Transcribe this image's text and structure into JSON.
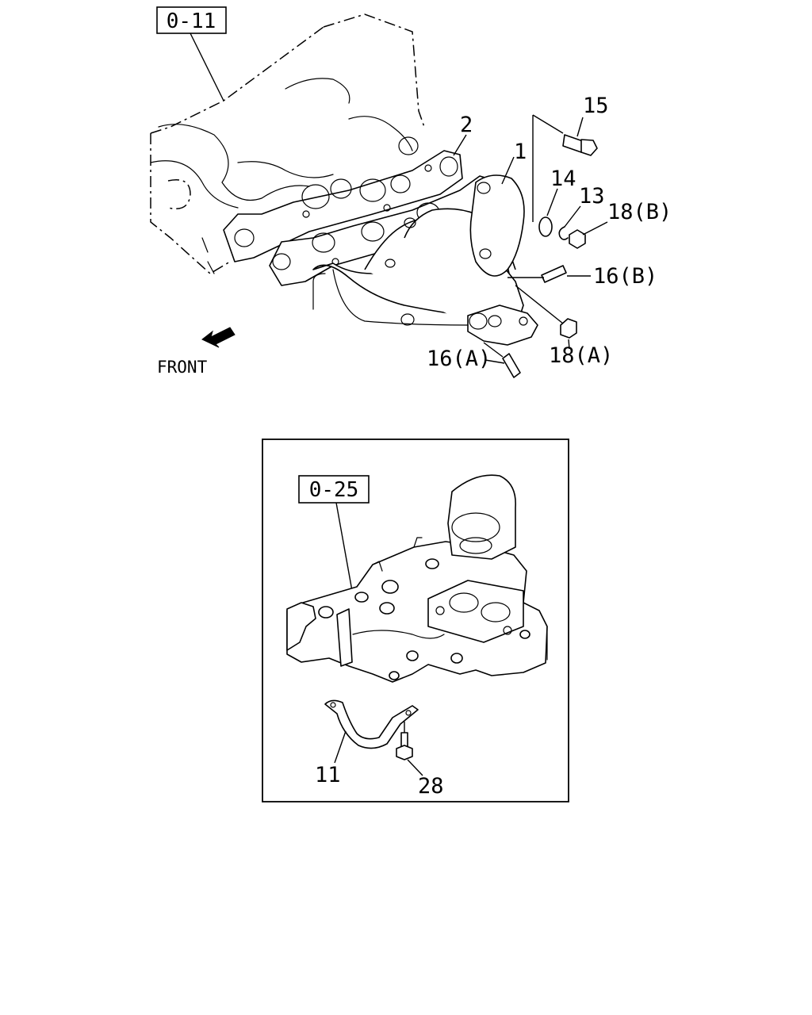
{
  "upper_diagram": {
    "reference_box": "0-11",
    "direction_label": "FRONT",
    "callouts": {
      "exhaust_manifold": "1",
      "gasket": "2",
      "bolt": "15",
      "washer": "14",
      "clip": "13",
      "nut_b": "18(B)",
      "stud_b": "16(B)",
      "nut_a": "18(A)",
      "stud_a": "16(A)"
    }
  },
  "inset_diagram": {
    "reference_box": "0-25",
    "callouts": {
      "bracket": "11",
      "bolt": "28"
    }
  }
}
